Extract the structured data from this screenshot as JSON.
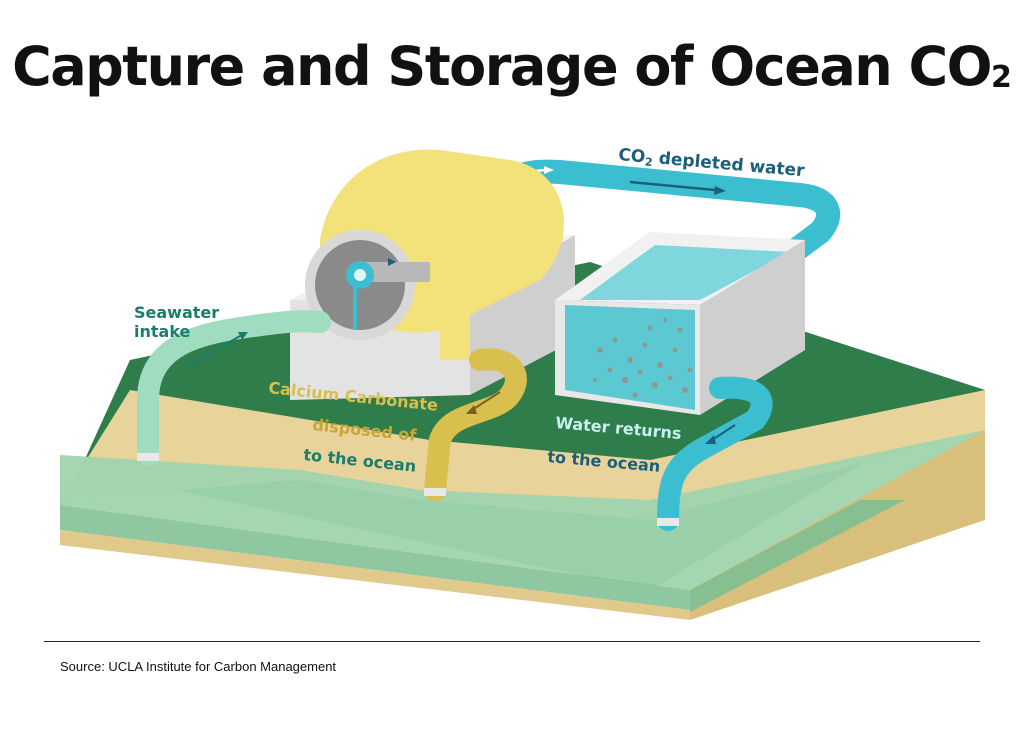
{
  "title": {
    "main": "Capture and Storage of Ocean CO",
    "subscript": "2"
  },
  "labels": {
    "depleted_main": "CO",
    "depleted_sub": "2",
    "depleted_rest": " depleted water",
    "seawater_line1": "Seawater",
    "seawater_line2": "intake",
    "calcium_line1": "Calcium Carbonate",
    "calcium_line2": "disposed of",
    "calcium_line3": "to the ocean",
    "water_line1": "Water returns",
    "water_line2": "to the ocean"
  },
  "source": "Source: UCLA Institute for Carbon Management",
  "colors": {
    "land_top": "#2e7d4a",
    "sand": "#e8d49a",
    "ocean": "#9fd4ae",
    "pipe_cyan": "#3bbfd0",
    "pipe_yellow": "#d9bf4e",
    "pipe_green": "#9fdcc0",
    "drum_yellow": "#f3e27a",
    "tank_grey": "#e6e6e6",
    "water": "#5cc9d2",
    "label_teal": "#1a7d6b",
    "label_gold": "#c9a634",
    "label_cyan": "#c8f0f0",
    "label_navy": "#1c5f7a"
  }
}
